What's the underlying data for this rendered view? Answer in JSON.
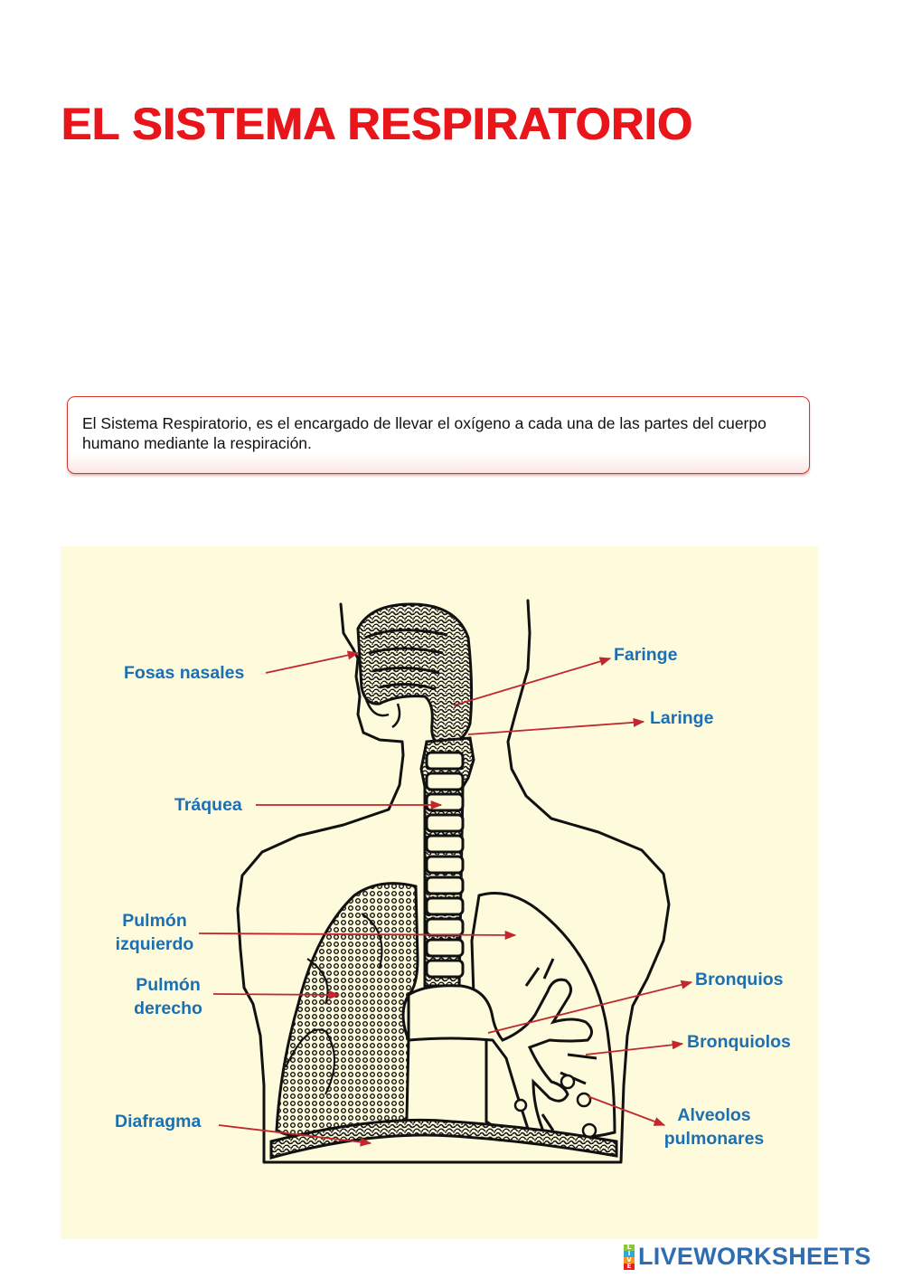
{
  "title": "EL SISTEMA RESPIRATORIO",
  "intro": {
    "text": "El Sistema Respiratorio, es el encargado de llevar el oxígeno a cada una de las partes del cuerpo humano mediante la respiración."
  },
  "diagram": {
    "labels": {
      "fosas_nasales": "Fosas nasales",
      "faringe": "Faringe",
      "laringe": "Laringe",
      "traquea": "Tráquea",
      "pulmon_izquierdo_1": "Pulmón",
      "pulmon_izquierdo_2": "izquierdo",
      "pulmon_derecho_1": "Pulmón",
      "pulmon_derecho_2": "derecho",
      "bronquios": "Bronquios",
      "bronquiolos": "Bronquiolos",
      "diafragma": "Diafragma",
      "alveolos_1": "Alveolos",
      "alveolos_2": "pulmonares"
    },
    "colors": {
      "background": "#fdfbdc",
      "label": "#1b6fb2",
      "arrow": "#c1272d",
      "outline": "#111111"
    }
  },
  "footer": {
    "brand": "LIVEWORKSHEETS",
    "mark_letters": [
      "L",
      "I",
      "V",
      "E"
    ]
  }
}
